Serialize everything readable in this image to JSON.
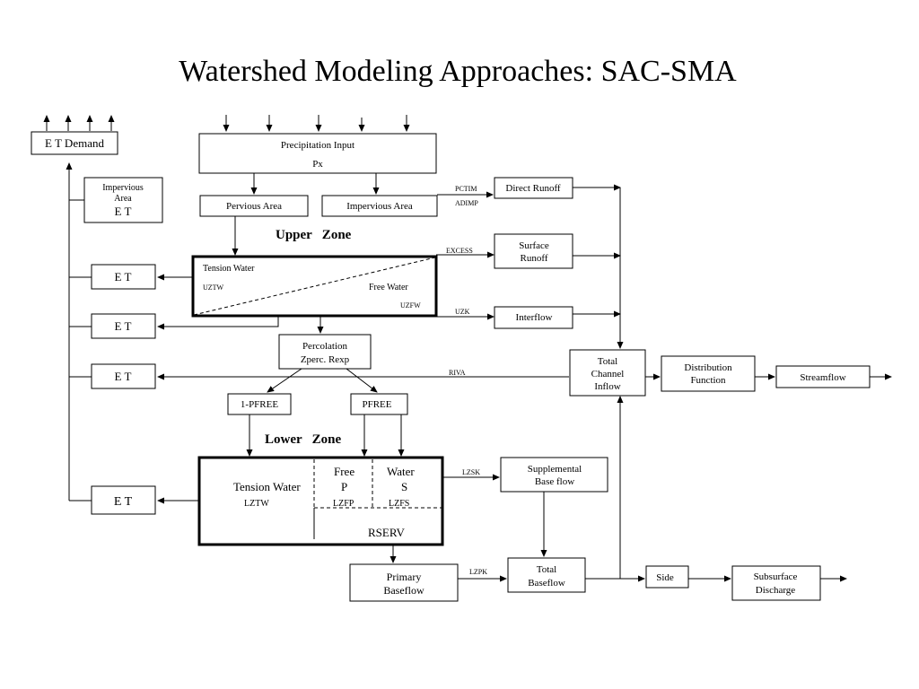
{
  "title": "Watershed Modeling Approaches: SAC-SMA",
  "boxes": {
    "et_demand": "E T Demand",
    "precip_line1": "Precipitation  Input",
    "precip_line2": "Px",
    "impervious_line1": "Impervious",
    "impervious_line2": "Area",
    "impervious_line3": "E T",
    "pervious_area": "Pervious Area",
    "impervious_area": "Impervious Area",
    "direct_runoff": "Direct Runoff",
    "surface_runoff_line1": "Surface",
    "surface_runoff_line2": "Runoff",
    "interflow": "Interflow",
    "et": "E T",
    "percolation_line1": "Percolation",
    "percolation_line2": "Zperc. Rexp",
    "total_channel_line1": "Total",
    "total_channel_line2": "Channel",
    "total_channel_line3": "Inflow",
    "distribution_line1": "Distribution",
    "distribution_line2": "Function",
    "streamflow": "Streamflow",
    "one_pfree": "1-PFREE",
    "pfree": "PFREE",
    "supplemental_line1": "Supplemental",
    "supplemental_line2": "Base flow",
    "primary_line1": "Primary",
    "primary_line2": "Baseflow",
    "total_baseflow_line1": "Total",
    "total_baseflow_line2": "Baseflow",
    "side": "Side",
    "subsurface_line1": "Subsurface",
    "subsurface_line2": "Discharge"
  },
  "upper_zone": {
    "heading": "Upper   Zone",
    "tension_water": "Tension Water",
    "uztw": "UZTW",
    "free_water": "Free Water",
    "uzfw": "UZFW"
  },
  "lower_zone": {
    "heading": "Lower   Zone",
    "tension_water": "Tension Water",
    "lztw": "LZTW",
    "free": "Free",
    "water": "Water",
    "p": "P",
    "s": "S",
    "lzfp": "LZFP",
    "lzfs": "LZFS",
    "rserv": "RSERV"
  },
  "edge_labels": {
    "pctim": "PCTIM",
    "adimp": "ADIMP",
    "excess": "EXCESS",
    "uzk": "UZK",
    "riva": "RIVA",
    "lzsk": "LZSK",
    "lzpk": "LZPK"
  }
}
